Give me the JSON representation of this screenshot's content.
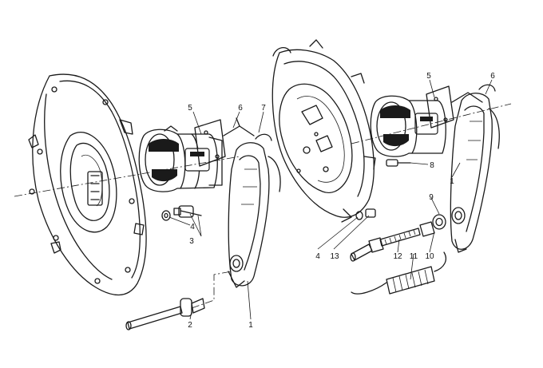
{
  "callouts": [
    {
      "id": "5a",
      "text": "5"
    },
    {
      "id": "6a",
      "text": "6"
    },
    {
      "id": "7",
      "text": "7"
    },
    {
      "id": "4a",
      "text": "4"
    },
    {
      "id": "3",
      "text": "3"
    },
    {
      "id": "2",
      "text": "2"
    },
    {
      "id": "1a",
      "text": "1"
    },
    {
      "id": "5b",
      "text": "5"
    },
    {
      "id": "6b",
      "text": "6"
    },
    {
      "id": "8",
      "text": "8"
    },
    {
      "id": "1b",
      "text": "1"
    },
    {
      "id": "9",
      "text": "9"
    },
    {
      "id": "4b",
      "text": "4"
    },
    {
      "id": "13",
      "text": "13"
    },
    {
      "id": "12",
      "text": "12"
    },
    {
      "id": "11",
      "text": "11"
    },
    {
      "id": "10",
      "text": "10"
    }
  ]
}
